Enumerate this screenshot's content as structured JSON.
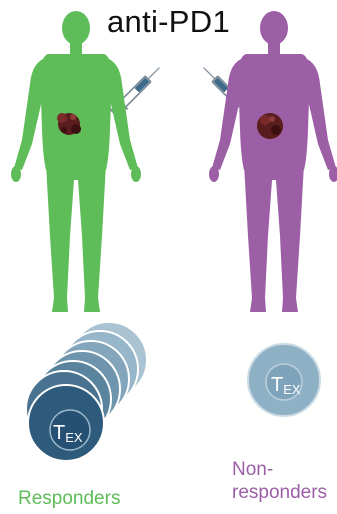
{
  "title": "anti-PD1",
  "cell_label": {
    "main": "T",
    "sub": "EX"
  },
  "responders": {
    "label": "Responders",
    "color": "#5ebd58"
  },
  "non_responders": {
    "label_line1": "Non-",
    "label_line2": "responders",
    "color": "#9c5fa6"
  },
  "colors": {
    "tumor": "#5a1d1d",
    "syringe": "#7a8a96",
    "syringe_fluid": "#3f6a8a",
    "cell_dark": "#2e5a7c",
    "cell_light": "#8fb1c6"
  },
  "icons": [
    "syringe-icon",
    "human-silhouette-icon",
    "tumor-icon",
    "t-cell-icon"
  ]
}
